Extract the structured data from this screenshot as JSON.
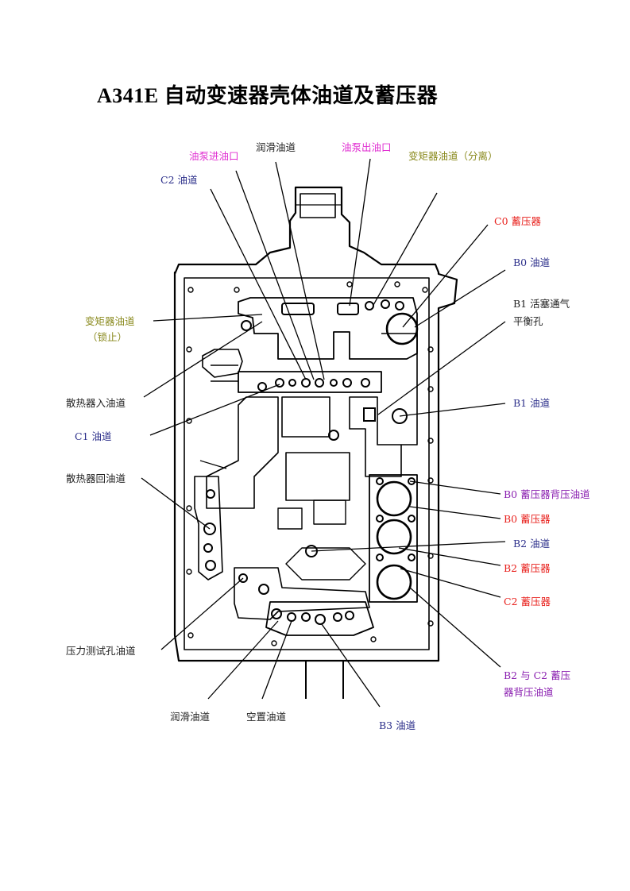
{
  "title": "A341E 自动变速器壳体油道及蓄压器",
  "colors": {
    "black": "#222222",
    "navy": "#2b2e8a",
    "red": "#e8201c",
    "pink": "#e02ed1",
    "olive": "#8a8a1e",
    "purple": "#8a1fb0"
  },
  "labels": {
    "pump_inlet": "油泵进油口",
    "lube_top": "润滑油道",
    "pump_outlet": "油泵出油口",
    "converter_release": "变矩器油道（分离）",
    "c2_passage": "C2 油道",
    "c0_accumulator": "C0 蓄压器",
    "b0_passage": "B0 油道",
    "b1_piston_vent_line1": "B1 活塞通气",
    "b1_piston_vent_line2": "平衡孔",
    "converter_lockup_line1": "变矩器油道",
    "converter_lockup_line2": "（锁止）",
    "cooler_inlet": "散热器入油道",
    "b1_passage": "B1 油道",
    "c1_passage": "C1 油道",
    "cooler_return": "散热器回油道",
    "b0_accum_backpressure": "B0 蓄压器背压油道",
    "b0_accumulator": "B0 蓄压器",
    "b2_passage": "B2 油道",
    "b2_accumulator": "B2 蓄压器",
    "c2_accumulator": "C2 蓄压器",
    "pressure_test": "压力测试孔油道",
    "b2_c2_backpressure_line1": "B2 与 C2 蓄压",
    "b2_c2_backpressure_line2": "器背压油道",
    "lube_bottom": "润滑油道",
    "spare_passage": "空置油道",
    "b3_passage": "B3 油道"
  }
}
